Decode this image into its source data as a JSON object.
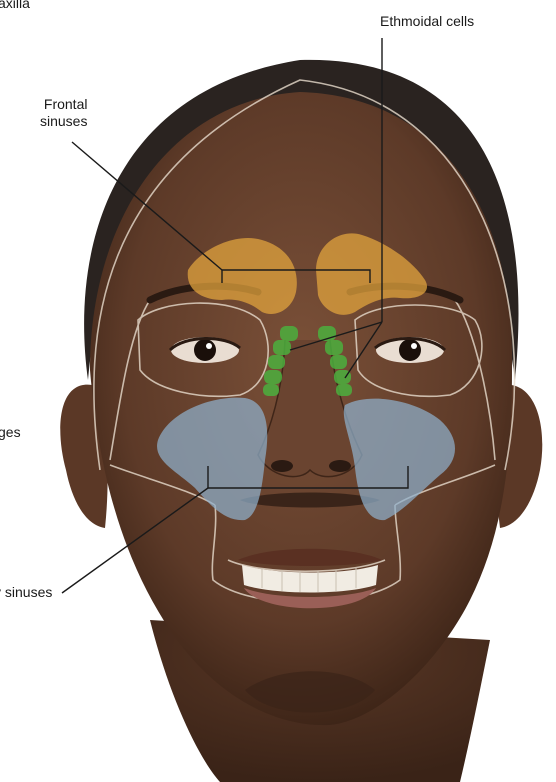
{
  "labels": {
    "maxilla": "axilla",
    "ethmoidal_cells": "Ethmoidal cells",
    "frontal_line1": "Frontal",
    "frontal_line2": "sinuses",
    "ridges": "ges",
    "maxillary_sinuses": "y sinuses"
  },
  "colors": {
    "background": "#ffffff",
    "skin": "#6b4430",
    "skin_dark": "#3e2518",
    "hair": "#2a2320",
    "frontal_sinus": "#e0a33e",
    "ethmoidal_cells": "#4caf3e",
    "maxillary_sinus": "#8fb0cc",
    "skull_outline": "#e8dccd",
    "leader_line": "#1a1a1a"
  }
}
